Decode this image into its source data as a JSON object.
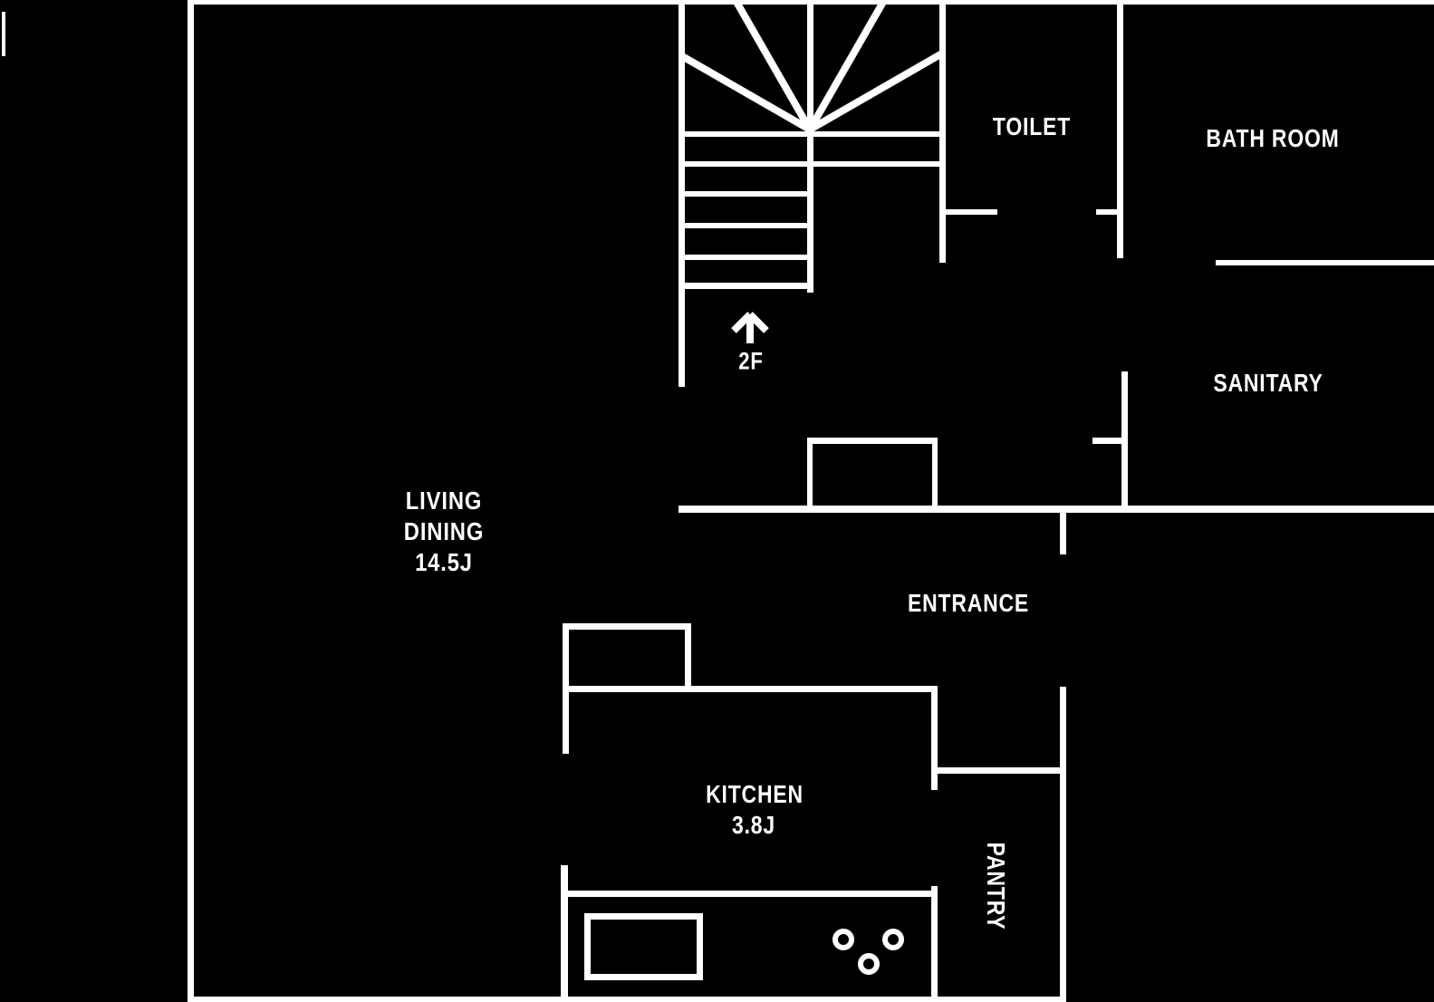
{
  "colors": {
    "background": "#000000",
    "lines": "#ffffff",
    "text": "#ffffff"
  },
  "rooms": {
    "living_dining": {
      "name_line1": "LIVING",
      "name_line2": "DINING",
      "area": "14.5J"
    },
    "kitchen": {
      "name": "KITCHEN",
      "area": "3.8J"
    },
    "pantry": {
      "name": "PANTRY"
    },
    "entrance": {
      "name": "ENTRANCE"
    },
    "toilet": {
      "name": "TOILET"
    },
    "bathroom": {
      "name": "BATH ROOM"
    },
    "sanitary": {
      "name": "SANITARY"
    }
  },
  "stairs": {
    "label": "2F",
    "icon": "up-arrow-icon",
    "style": "winder-fan"
  },
  "fixtures": {
    "kitchen": [
      "sink",
      "stove-burners"
    ],
    "hall": [
      "closet-box"
    ]
  }
}
